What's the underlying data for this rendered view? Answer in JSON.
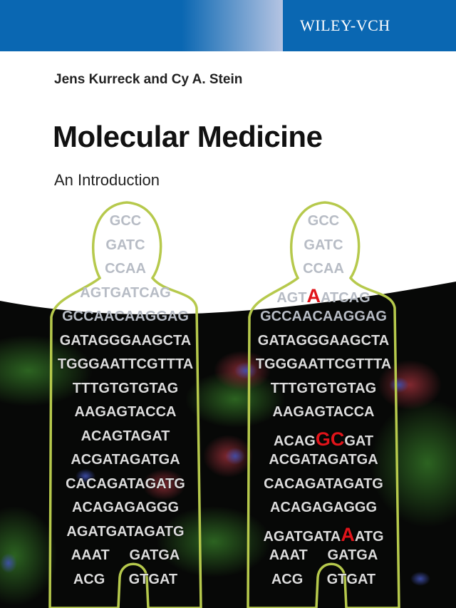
{
  "publisher": {
    "logo": "WILEY-VCH",
    "brand_color": "#0a67b2"
  },
  "authors": "Jens Kurreck and Cy A. Stein",
  "title": "Molecular Medicine",
  "subtitle": "An Introduction",
  "outline_color": "#b6c94c",
  "mutation_color": "#e0141a",
  "figures": [
    {
      "name": "normal",
      "rows": [
        [
          {
            "t": "GCC"
          }
        ],
        [
          {
            "t": "GATC"
          }
        ],
        [
          {
            "t": "CCAA"
          }
        ],
        [
          {
            "t": "AGTGATCAG"
          }
        ],
        [
          {
            "t": "GCCAACAAGGAG"
          }
        ],
        [
          {
            "t": "GATAGGGAAGCTA"
          }
        ],
        [
          {
            "t": "TGGGAATTCGTTTA"
          }
        ],
        [
          {
            "t": "TTTGTGTGTAG"
          }
        ],
        [
          {
            "t": "AAGAGTACCA"
          }
        ],
        [
          {
            "t": "ACAGTAGAT"
          }
        ],
        [
          {
            "t": "ACGATAGATGA"
          }
        ],
        [
          {
            "t": "CACAGATAGATG"
          }
        ],
        [
          {
            "t": "ACAGAGAGGG"
          }
        ],
        [
          {
            "t": "AGATGATAGATG"
          }
        ],
        [
          {
            "t": "AAAT     GATGA"
          }
        ],
        [
          {
            "t": "ACG      GTGAT"
          }
        ]
      ]
    },
    {
      "name": "mutated",
      "rows": [
        [
          {
            "t": "GCC"
          }
        ],
        [
          {
            "t": "GATC"
          }
        ],
        [
          {
            "t": "CCAA"
          }
        ],
        [
          {
            "t": "AGT"
          },
          {
            "t": "A",
            "hl": true
          },
          {
            "t": "ATCAG"
          }
        ],
        [
          {
            "t": "GCCAACAAGGAG"
          }
        ],
        [
          {
            "t": "GATAGGGAAGCTA"
          }
        ],
        [
          {
            "t": "TGGGAATTCGTTTA"
          }
        ],
        [
          {
            "t": "TTTGTGTGTAG"
          }
        ],
        [
          {
            "t": "AAGAGTACCA"
          }
        ],
        [
          {
            "t": "ACAG"
          },
          {
            "t": "GC",
            "hl": true
          },
          {
            "t": "GAT"
          }
        ],
        [
          {
            "t": "ACGATAGATGA"
          }
        ],
        [
          {
            "t": "CACAGATAGATG"
          }
        ],
        [
          {
            "t": "ACAGAGAGGG"
          }
        ],
        [
          {
            "t": "AGATGATA"
          },
          {
            "t": "A",
            "hl": true
          },
          {
            "t": "ATG"
          }
        ],
        [
          {
            "t": "AAAT     GATGA"
          }
        ],
        [
          {
            "t": "ACG      GTGAT"
          }
        ]
      ]
    }
  ]
}
